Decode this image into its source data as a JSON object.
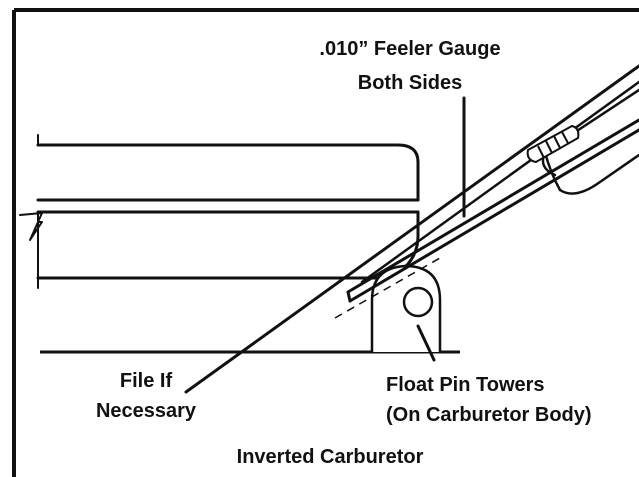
{
  "labels": {
    "feeler_gauge_line1": ".010” Feeler Gauge",
    "feeler_gauge_line2": "Both Sides",
    "file_if_line1": "File If",
    "file_if_line2": "Necessary",
    "float_pin_line1": "Float Pin Towers",
    "float_pin_line2": "(On Carburetor Body)",
    "caption": "Inverted Carburetor"
  },
  "colors": {
    "ink": "#111111",
    "paper": "#ffffff"
  }
}
